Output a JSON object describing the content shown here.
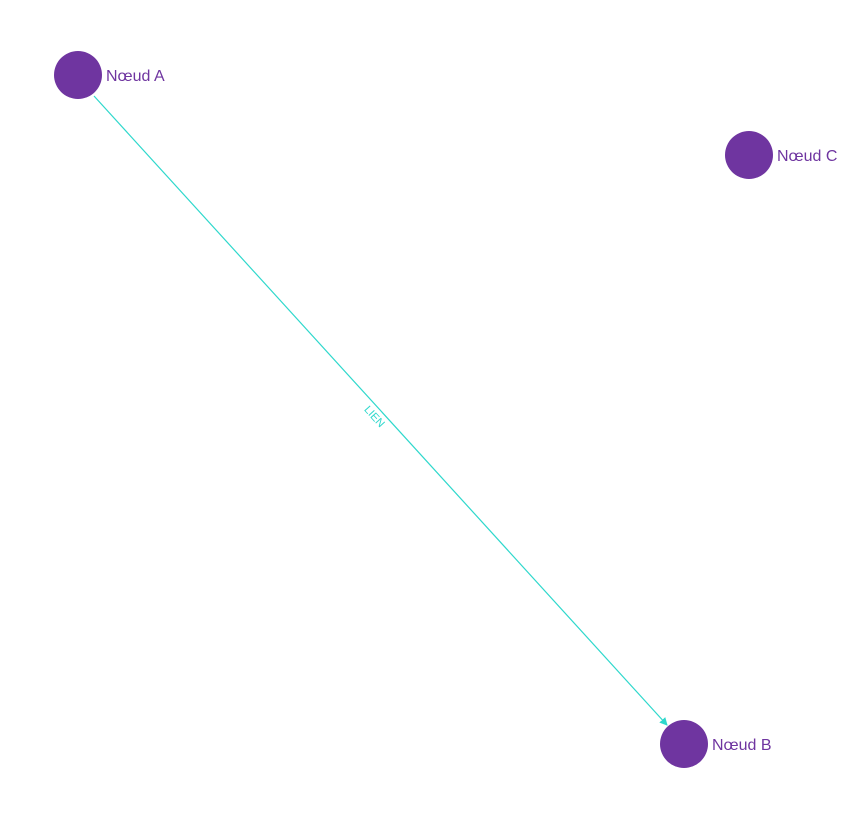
{
  "graph": {
    "colors": {
      "node_fill": "#6f35a0",
      "node_label": "#6f35a0",
      "edge": "#2ed8cc",
      "edge_label": "#2ed8cc"
    },
    "nodes": [
      {
        "id": "a",
        "label": "Nœud A"
      },
      {
        "id": "b",
        "label": "Nœud B"
      },
      {
        "id": "c",
        "label": "Nœud C"
      }
    ],
    "edges": [
      {
        "from": "a",
        "to": "b",
        "label": "LIEN",
        "directed": true
      }
    ]
  }
}
